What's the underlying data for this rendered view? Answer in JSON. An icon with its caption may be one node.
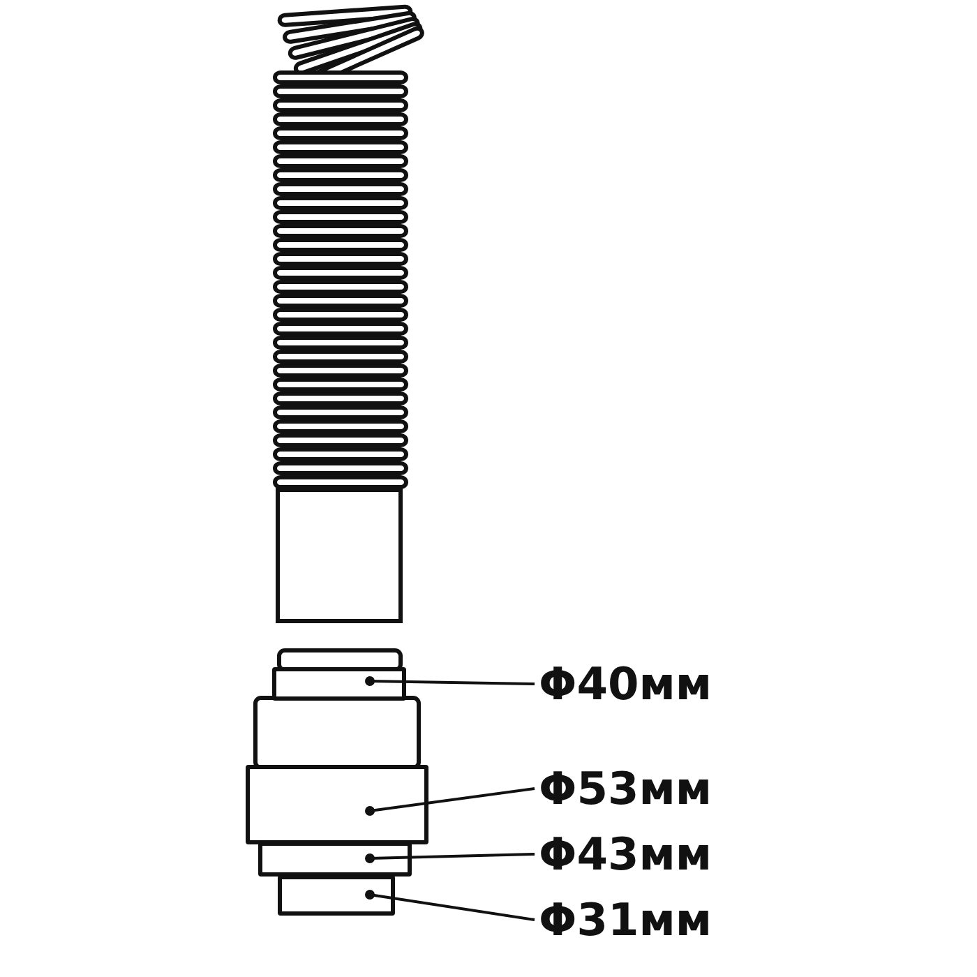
{
  "diagram": {
    "nodes": [
      {
        "text": [
          "Φ40мм"
        ]
      },
      {
        "text": [
          "Φ53мм"
        ]
      },
      {
        "text": [
          "Φ43мм"
        ]
      },
      {
        "text": [
          "Φ31мм"
        ]
      },
      {
        "text": [],
        "shape": "cylinder"
      },
      {
        "text": [],
        "shape": "cylinder"
      },
      {
        "text": [],
        "shape": "cylinder"
      },
      {
        "text": [],
        "shape": "cylinder"
      }
    ],
    "edges": [
      {
        "from": 0,
        "to": 4,
        "arrow": "other"
      },
      {
        "from": 1,
        "to": 5,
        "arrow": "other"
      },
      {
        "from": 2,
        "to": 6,
        "arrow": "other"
      },
      {
        "from": 3,
        "to": 7,
        "arrow": "other"
      }
    ]
  }
}
